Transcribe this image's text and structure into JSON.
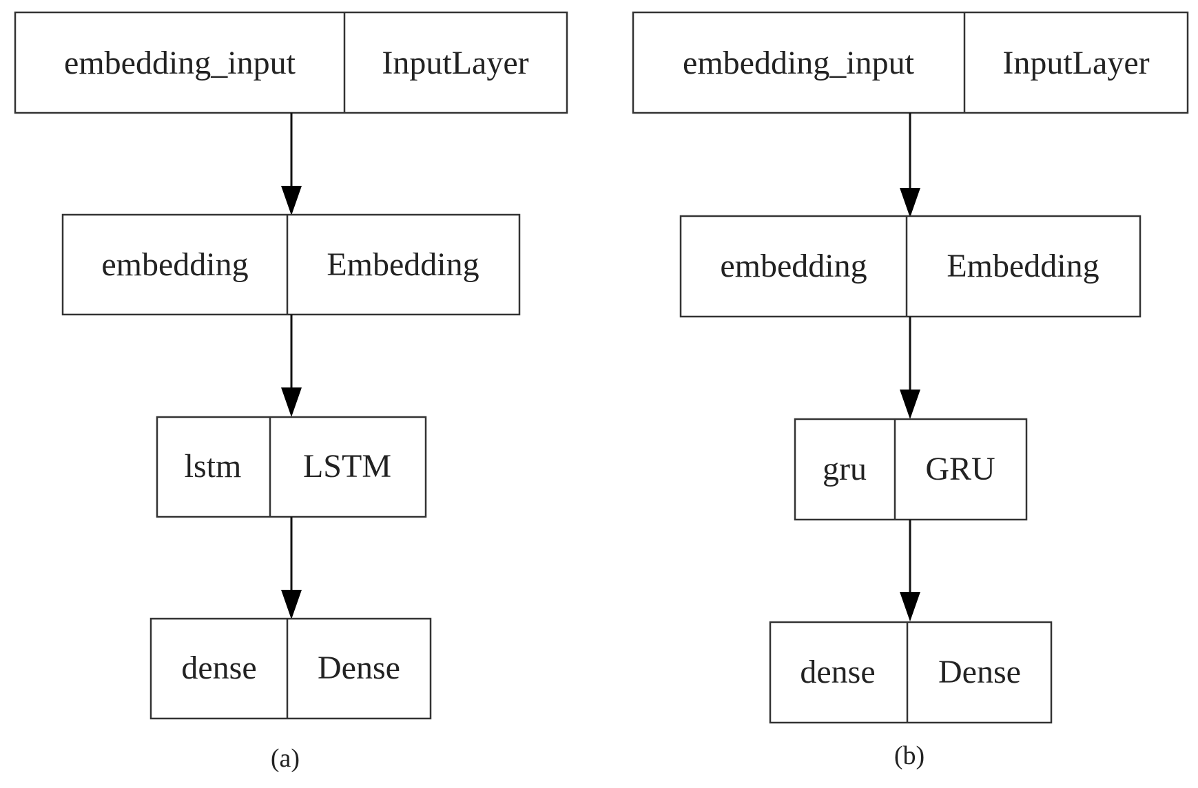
{
  "diagrams": [
    {
      "caption": "(a)",
      "nodes": [
        {
          "name": "embedding_input",
          "type": "InputLayer"
        },
        {
          "name": "embedding",
          "type": "Embedding"
        },
        {
          "name": "lstm",
          "type": "LSTM"
        },
        {
          "name": "dense",
          "type": "Dense"
        }
      ],
      "edges": [
        {
          "from": "embedding_input",
          "to": "embedding"
        },
        {
          "from": "embedding",
          "to": "lstm"
        },
        {
          "from": "lstm",
          "to": "dense"
        }
      ]
    },
    {
      "caption": "(b)",
      "nodes": [
        {
          "name": "embedding_input",
          "type": "InputLayer"
        },
        {
          "name": "embedding",
          "type": "Embedding"
        },
        {
          "name": "gru",
          "type": "GRU"
        },
        {
          "name": "dense",
          "type": "Dense"
        }
      ],
      "edges": [
        {
          "from": "embedding_input",
          "to": "embedding"
        },
        {
          "from": "embedding",
          "to": "gru"
        },
        {
          "from": "gru",
          "to": "dense"
        }
      ]
    }
  ]
}
